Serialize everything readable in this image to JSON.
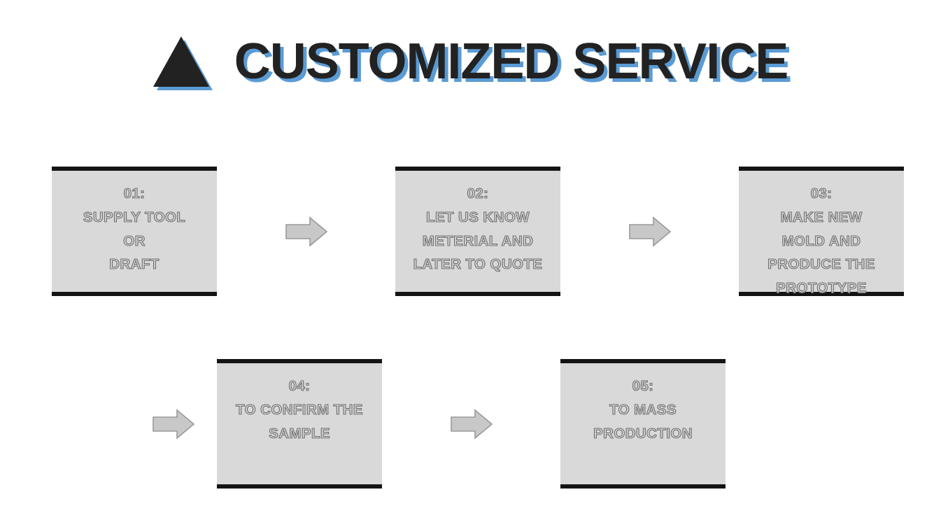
{
  "header": {
    "title": "CUSTOMIZED SERVICE",
    "triangle_icon": "triangle-icon",
    "title_color": "#222222",
    "title_shadow_color": "#5b9bd5"
  },
  "theme": {
    "page_background": "#ffffff",
    "box_fill": "#d9d9d9",
    "box_border": "#141414",
    "box_text_fill": "#d4d4d4",
    "box_text_outline": "#6e6e6e",
    "arrow_fill": "#c8c8c8",
    "arrow_stroke": "#9a9a9a"
  },
  "flow": {
    "arrow_icon": "arrow-right-icon",
    "rows": [
      {
        "id": "row-1",
        "lead_arrow": false,
        "steps": [
          {
            "number": "01:",
            "text": "01:\nSUPPLY TOOL\nOR\nDRAFT"
          },
          {
            "number": "02:",
            "text": "02:\nLET US KNOW\nMETERIAL AND\nLATER TO QUOTE"
          },
          {
            "number": "03:",
            "text": "03:\nMAKE NEW\nMOLD AND\nPRODUCE THE\nPROTOTYPE"
          }
        ]
      },
      {
        "id": "row-2",
        "lead_arrow": true,
        "steps": [
          {
            "number": "04:",
            "text": "04:\nTO CONFIRM THE\nSAMPLE"
          },
          {
            "number": "05:",
            "text": "05:\nTO MASS\nPRODUCTION"
          }
        ]
      }
    ]
  }
}
